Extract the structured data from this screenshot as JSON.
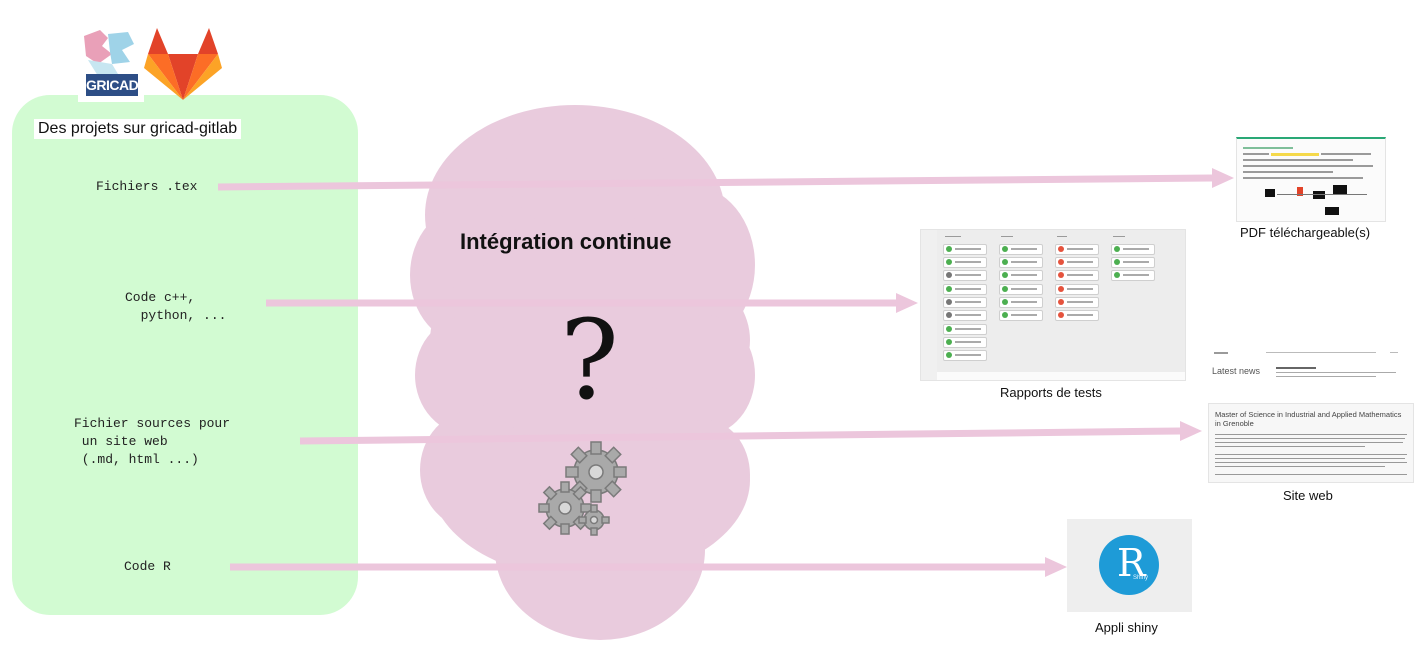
{
  "header": {
    "gricad_logo_text": "GRICAD",
    "panel_title": "Des projets sur gricad-gitlab"
  },
  "sources": {
    "tex": "Fichiers .tex",
    "code": "Code c++,\n  python, ...",
    "web": "Fichier sources pour\n un site web\n (.md, html ...)",
    "r": "Code R"
  },
  "cloud": {
    "title": "Intégration continue",
    "question": "?"
  },
  "outputs": {
    "pdf": "PDF téléchargeable(s)",
    "tests": "Rapports de tests",
    "site": "Site web",
    "shiny": "Appli shiny"
  },
  "site_thumb": {
    "latest_news": "Latest news",
    "heading": "Master of Science in Industrial and Applied Mathematics in Grenoble"
  },
  "shiny_thumb": {
    "letter": "R",
    "sub": "Shiny"
  },
  "colors": {
    "green_panel": "#d2fbd2",
    "cloud": "#e9cbdd",
    "arrows": "#ecc6dc",
    "gitlab_orange": "#fc6d26",
    "r_logo": "#1e9bd7"
  }
}
